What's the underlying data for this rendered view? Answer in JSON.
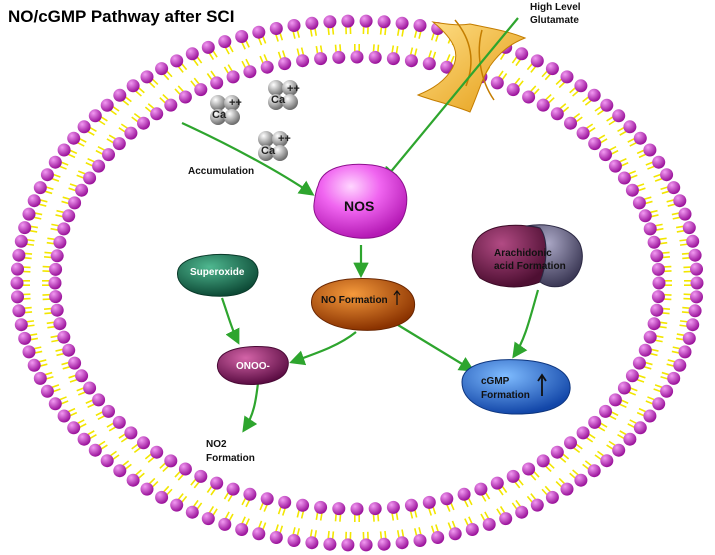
{
  "title": "NO/cGMP Pathway after SCI",
  "glutamate": {
    "line1": "High Level",
    "line2": "Glutamate"
  },
  "calcium": {
    "symbol": "Ca",
    "charge": "++"
  },
  "accumulation": "Accumulation",
  "nodes": {
    "nos": "NOS",
    "superoxide": "Superoxide",
    "no_formation": "NO Formation",
    "onoo": "ONOO-",
    "arachidonic_line1": "Arachidonic",
    "arachidonic_line2": "acid Formation",
    "cgmp_line1": "cGMP",
    "cgmp_line2": "Formation",
    "no2_line1": "NO2",
    "no2_line2": "Formation"
  },
  "colors": {
    "arrow": "#2ea52e",
    "lipid_head": "#c22fc4",
    "lipid_tail": "#f2e600",
    "nos": "#f065f0",
    "superoxide": "#1f6e55",
    "no_formation": "#c85a10",
    "onoo": "#8b1f6a",
    "arachidonic_a": "#7a2150",
    "arachidonic_b": "#5e5a78",
    "cgmp": "#2a78d8",
    "channel": "#f5b52a"
  }
}
